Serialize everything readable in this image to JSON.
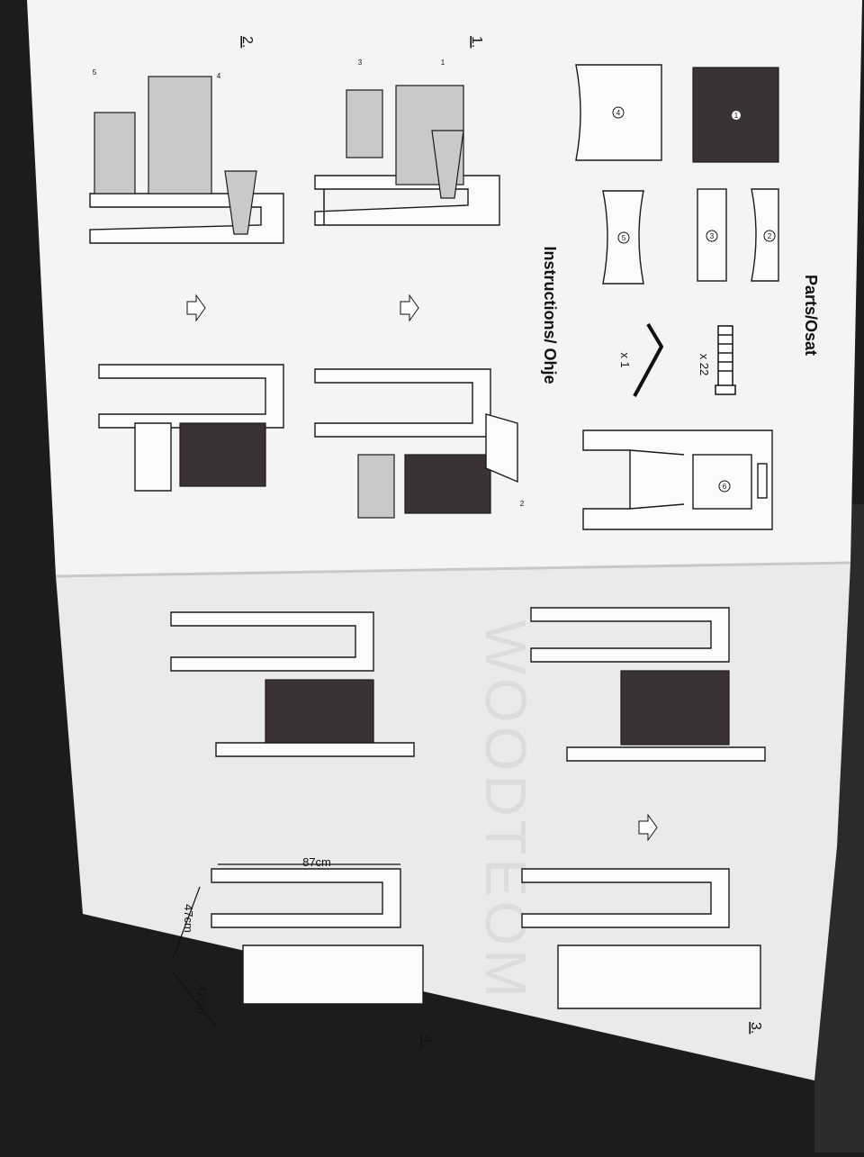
{
  "manual": {
    "parts_title": "Parts/Osat",
    "instructions_title": "Instructions/ Ohje",
    "screws_qty": "x 22",
    "key_qty": "x 1",
    "part_numbers": [
      "1",
      "2",
      "3",
      "4",
      "5",
      "6"
    ],
    "steps": [
      "1.",
      "2.",
      "3.",
      "4."
    ],
    "dimensions": {
      "height": "87cm",
      "depth": "47cm",
      "width": "42cm"
    },
    "watermark": "WOODTEOM"
  },
  "colors": {
    "background": "#1b1c1b",
    "paper": "#f2f2f4",
    "panel_dark": "#3a3236",
    "panel_light": "#c9c9cc"
  }
}
